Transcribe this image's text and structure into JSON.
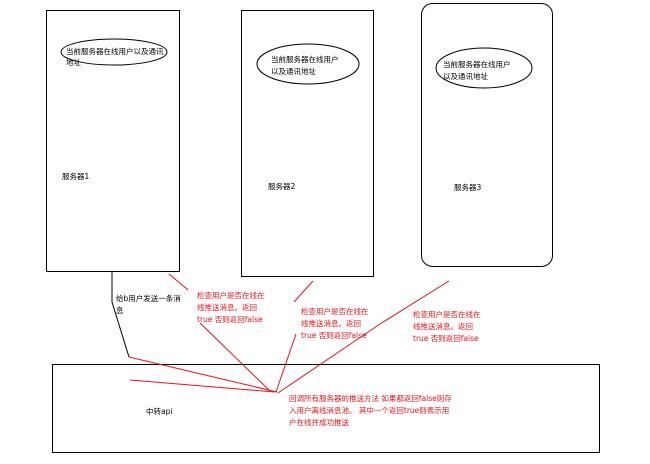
{
  "servers": [
    {
      "name": "服务器1",
      "bubble": "当前服务器在线用户以及通讯地址"
    },
    {
      "name": "服务器2",
      "bubble_line1": "当前服务器在线用户",
      "bubble_line2": "以及通讯地址"
    },
    {
      "name": "服务器3",
      "bubble_line1": "当前服务器在线用户",
      "bubble_line2": "以及通讯地址"
    }
  ],
  "send_message": {
    "line1": "给b用户发送一条消",
    "line2": "息"
  },
  "checks": [
    {
      "line1": "检查用户是否在线在",
      "line2": "线推送消息。返回",
      "line3": "true 否则返回false"
    },
    {
      "line1": "检查用户是否在线在",
      "line2": "线推送消息。返回",
      "line3": "true 否则返回false"
    },
    {
      "line1": "检查用户是否在线在",
      "line2": "线推送消息。返回",
      "line3": "true 否则返回false"
    }
  ],
  "relay": {
    "name": "中转api"
  },
  "callback": {
    "line1": "回调所有服务器的推送方法 如果都返回false则存",
    "line2": "入用户离线消息池。 其中一个返回true则表示用",
    "line3": "户在线并成功推送"
  },
  "colors": {
    "annotation": "#e8141b",
    "stroke": "#000000"
  }
}
